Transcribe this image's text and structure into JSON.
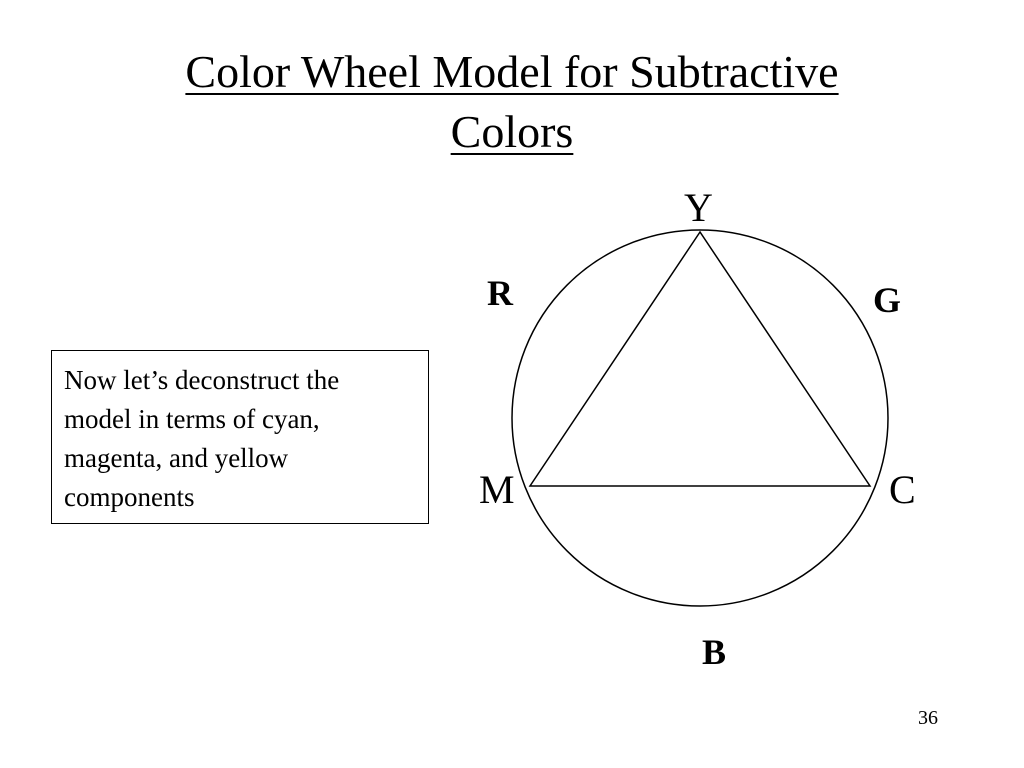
{
  "slide": {
    "title_lines": [
      "Color Wheel Model for Subtractive",
      "Colors"
    ],
    "note_lines": [
      "Now let’s deconstruct the",
      "model in terms of cyan,",
      "magenta, and yellow",
      "components"
    ],
    "page_number": "36"
  },
  "diagram": {
    "vertex_labels": {
      "top": "Y",
      "left": "M",
      "right": "C"
    },
    "wheel_labels": {
      "upper_left": "R",
      "upper_right": "G",
      "bottom": "B"
    }
  }
}
